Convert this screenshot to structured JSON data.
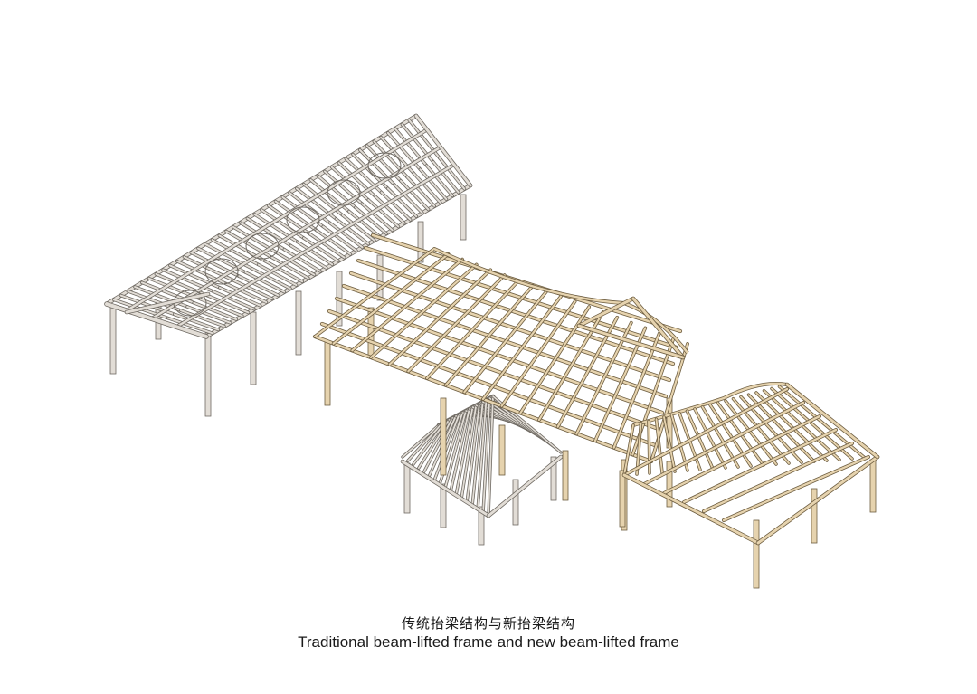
{
  "caption": {
    "zh": "传统抬梁结构与新抬梁结构",
    "en": "Traditional beam-lifted frame and new beam-lifted frame"
  },
  "colors": {
    "background": "#ffffff",
    "traditional_frame": "#e2ddd6",
    "traditional_outline": "#6f6a63",
    "new_frame": "#e6d3ae",
    "new_outline": "#6d5d40",
    "caption_text": "#1a1a1a"
  },
  "structures": [
    {
      "id": "traditional-frame",
      "style": "traditional"
    },
    {
      "id": "new-frame-main",
      "style": "new"
    },
    {
      "id": "new-frame-pavilion",
      "style": "traditional"
    },
    {
      "id": "new-frame-wing",
      "style": "new"
    }
  ]
}
